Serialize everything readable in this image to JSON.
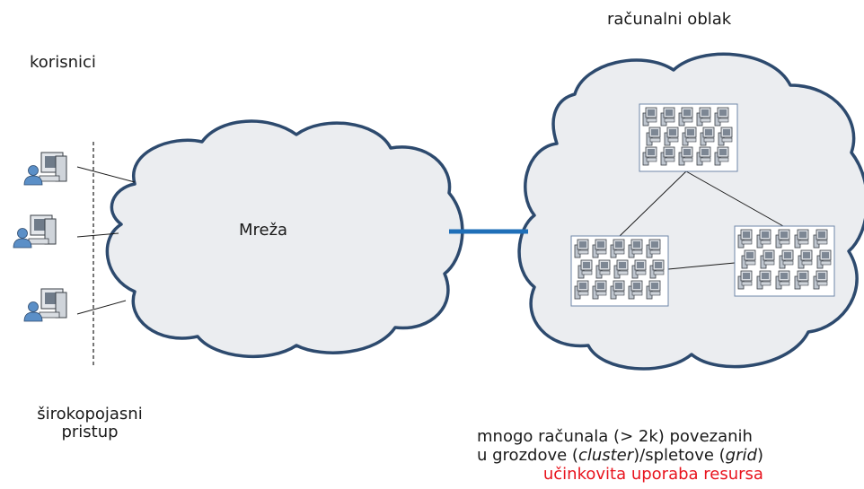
{
  "labels": {
    "users": "korisnici",
    "cloud": "računalni oblak",
    "network": "Mreža",
    "broadband_line1": "širokopojasni",
    "broadband_line2": "pristup"
  },
  "caption": {
    "line1": "mnogo računala (> 2k) povezanih",
    "line2_start": "u grozdove (",
    "line2_cluster": "cluster",
    "line2_middle": ")/spletove (",
    "line2_grid": "grid",
    "line2_end": ")",
    "line3": "učinkovita uporaba resursa"
  },
  "colors": {
    "cloud_fill": "#ebedf0",
    "cloud_stroke": "#2d4a6e",
    "link": "#1f6fb8",
    "highlight": "#e8141e",
    "user_icon": "#5b8fc7"
  },
  "icons": {
    "user": "user-computer-icon",
    "cluster": "server-cluster-icon"
  }
}
